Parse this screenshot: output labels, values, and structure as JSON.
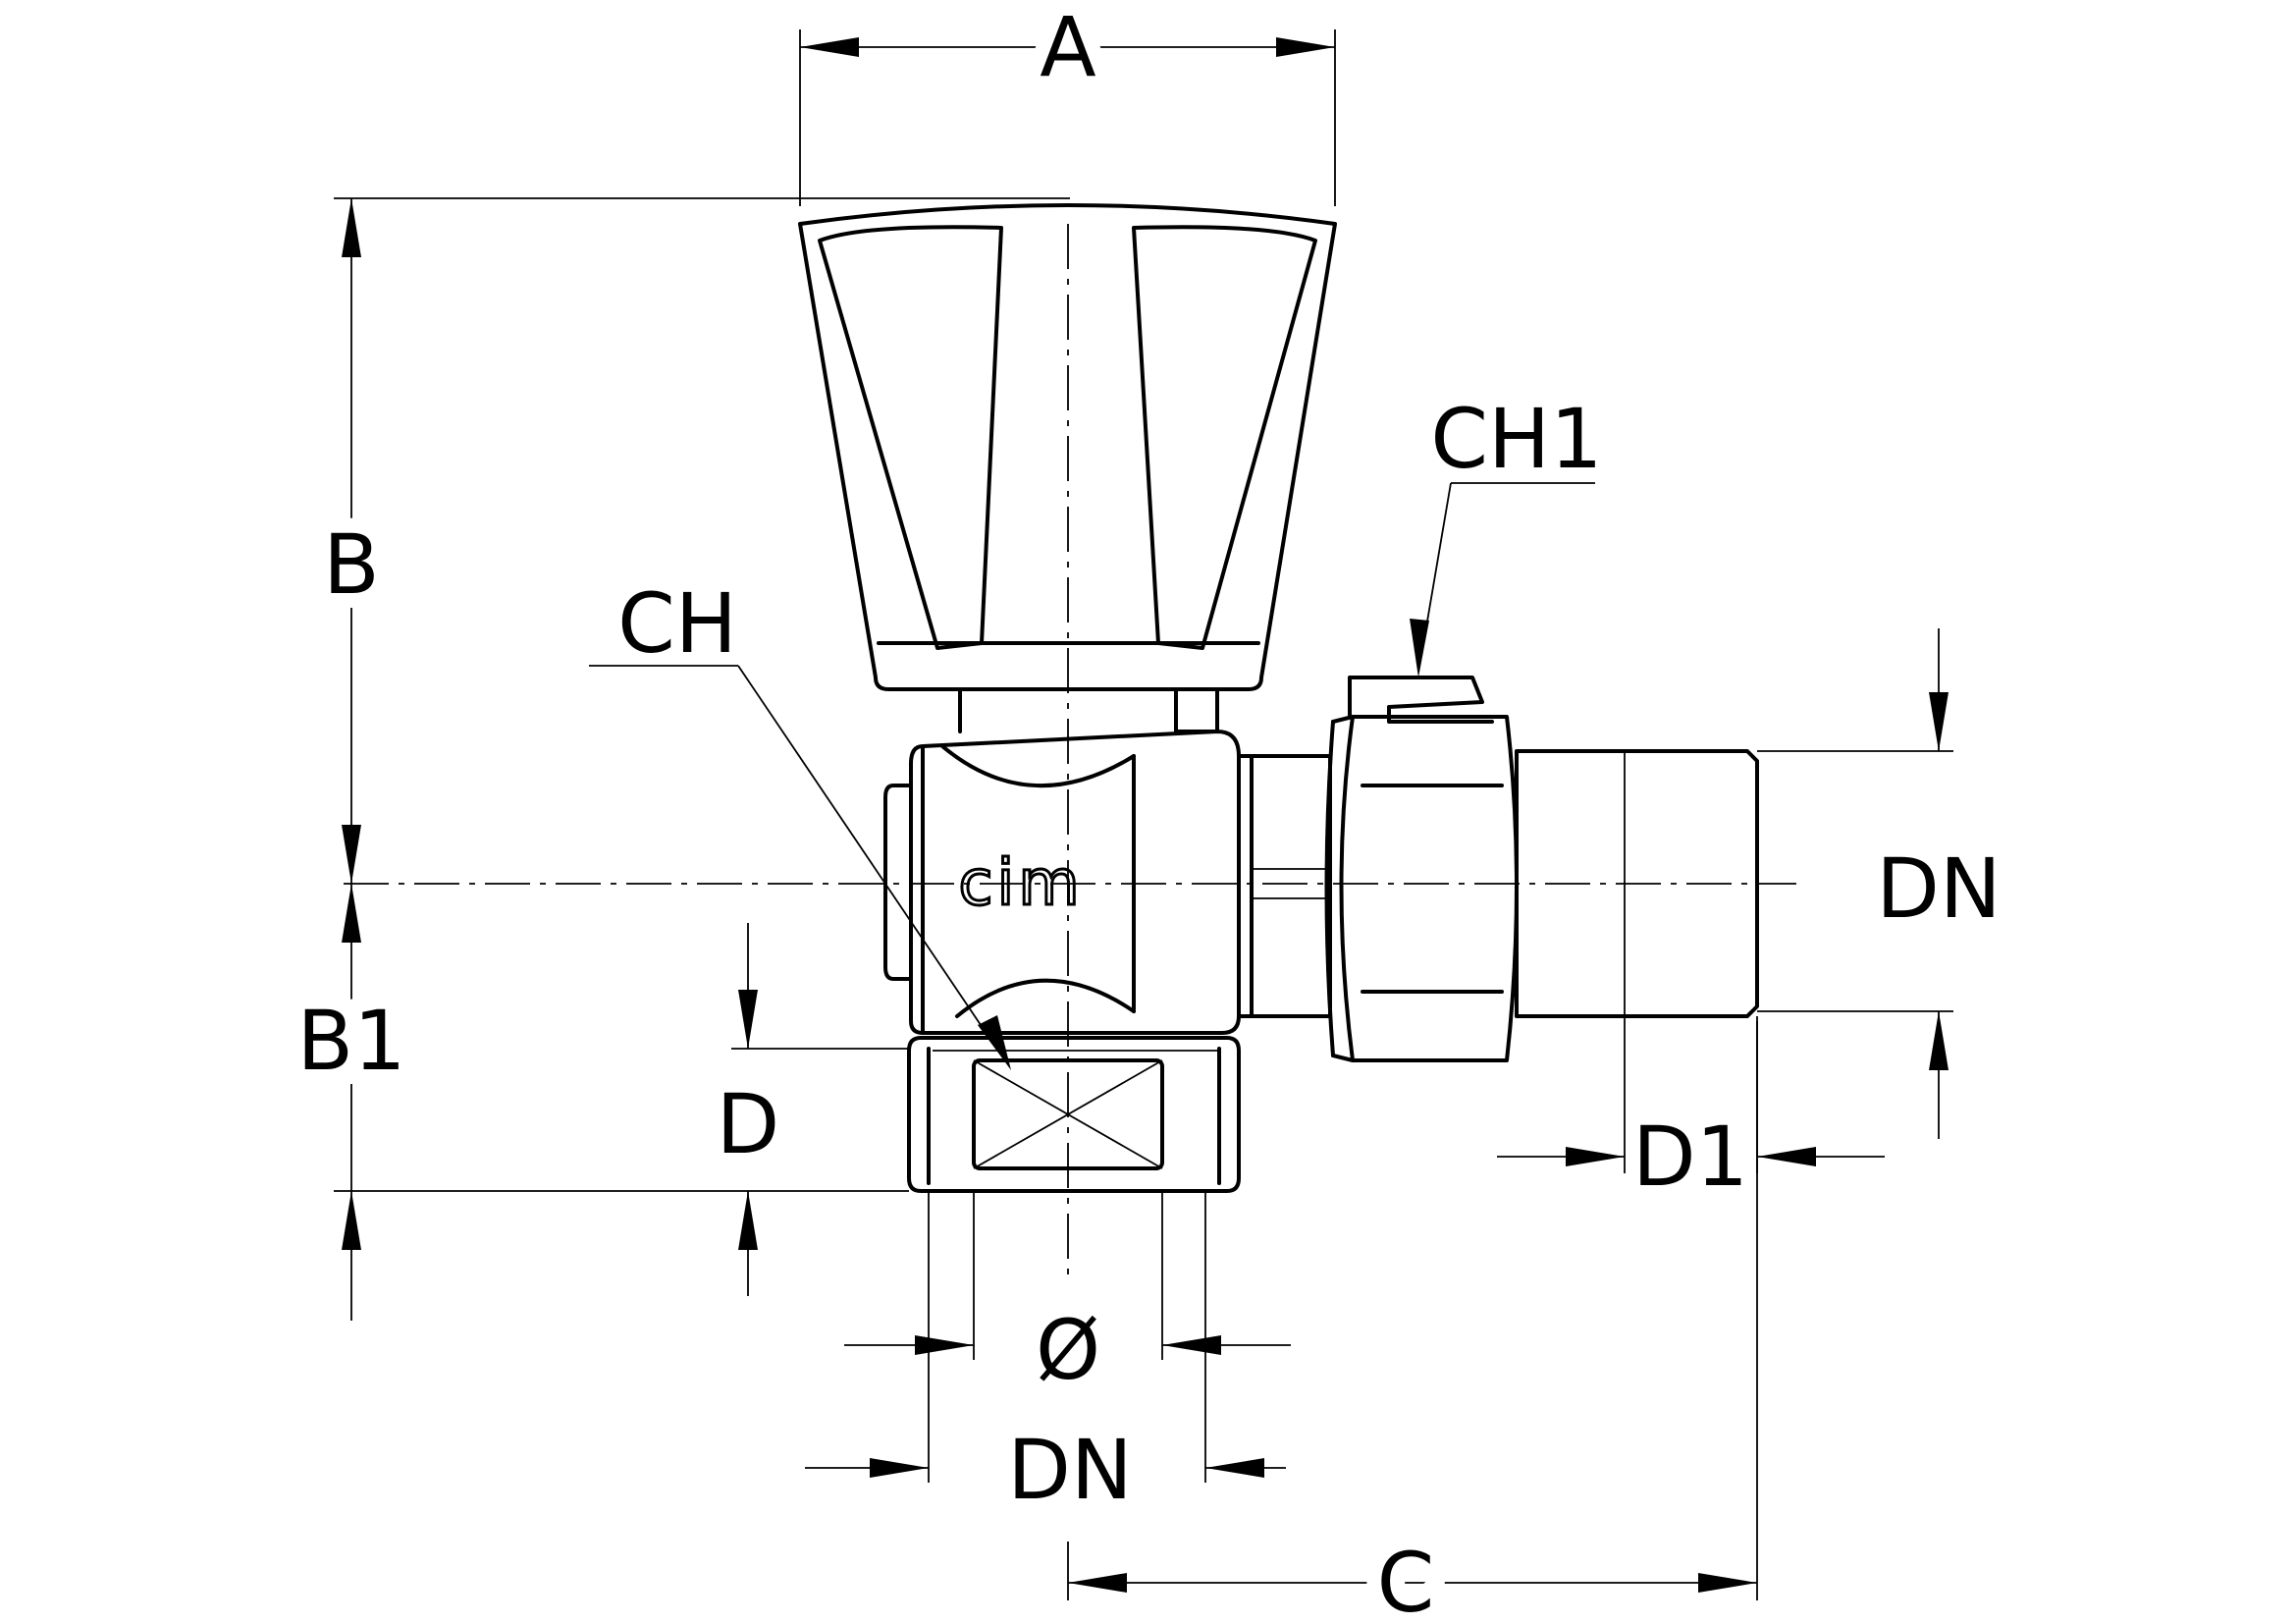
{
  "labels": {
    "A": "A",
    "B": "B",
    "B1": "B1",
    "C": "C",
    "CH": "CH",
    "CH1": "CH1",
    "D": "D",
    "D1": "D1",
    "DN_side": "DN",
    "DN_bottom": "DN",
    "diameter": "Ø"
  },
  "brand": "cim",
  "colors": {
    "line": "#000000",
    "background": "#ffffff"
  }
}
